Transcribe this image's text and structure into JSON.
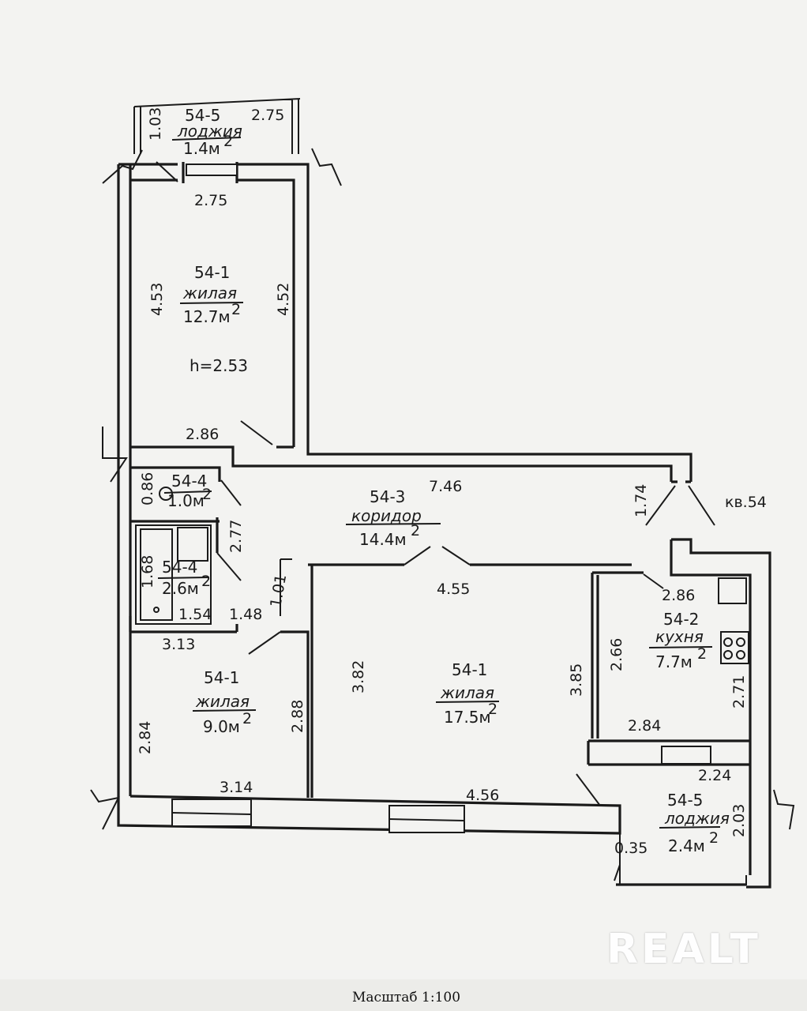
{
  "apartment_label": "кв.54",
  "scale": "Масштаб 1:100",
  "watermark": "REALT",
  "rooms": {
    "loggia_top": {
      "id": "54-5",
      "name": "лоджия",
      "area": "1.4м",
      "dims": [
        "1.03",
        "2.75",
        "2.75"
      ]
    },
    "living_top": {
      "id": "54-1",
      "name": "жилая",
      "area": "12.7м",
      "height": "h=2.53",
      "dims": [
        "4.53",
        "4.52",
        "2.86"
      ]
    },
    "wc": {
      "id": "54-4",
      "area": "1.0м",
      "dims": [
        "0.86",
        "2.77"
      ]
    },
    "bath": {
      "id": "54-4",
      "area": "2.6м",
      "dims": [
        "1.68",
        "1.54",
        "1.48",
        "1.01"
      ]
    },
    "corridor": {
      "id": "54-3",
      "name": "коридор",
      "area": "14.4м",
      "dims": [
        "7.46",
        "1.74"
      ]
    },
    "living_left": {
      "id": "54-1",
      "name": "жилая",
      "area": "9.0м",
      "dims": [
        "3.13",
        "2.84",
        "2.88",
        "3.14"
      ]
    },
    "living_mid": {
      "id": "54-1",
      "name": "жилая",
      "area": "17.5м",
      "dims": [
        "4.55",
        "3.82",
        "3.85",
        "4.56"
      ]
    },
    "kitchen": {
      "id": "54-2",
      "name": "кухня",
      "area": "7.7м",
      "dims": [
        "2.86",
        "2.66",
        "2.71",
        "2.84"
      ]
    },
    "loggia_bottom": {
      "id": "54-5",
      "name": "лоджия",
      "area": "2.4м",
      "dims": [
        "2.24",
        "2.03",
        "0.35"
      ]
    }
  },
  "sup": "2"
}
